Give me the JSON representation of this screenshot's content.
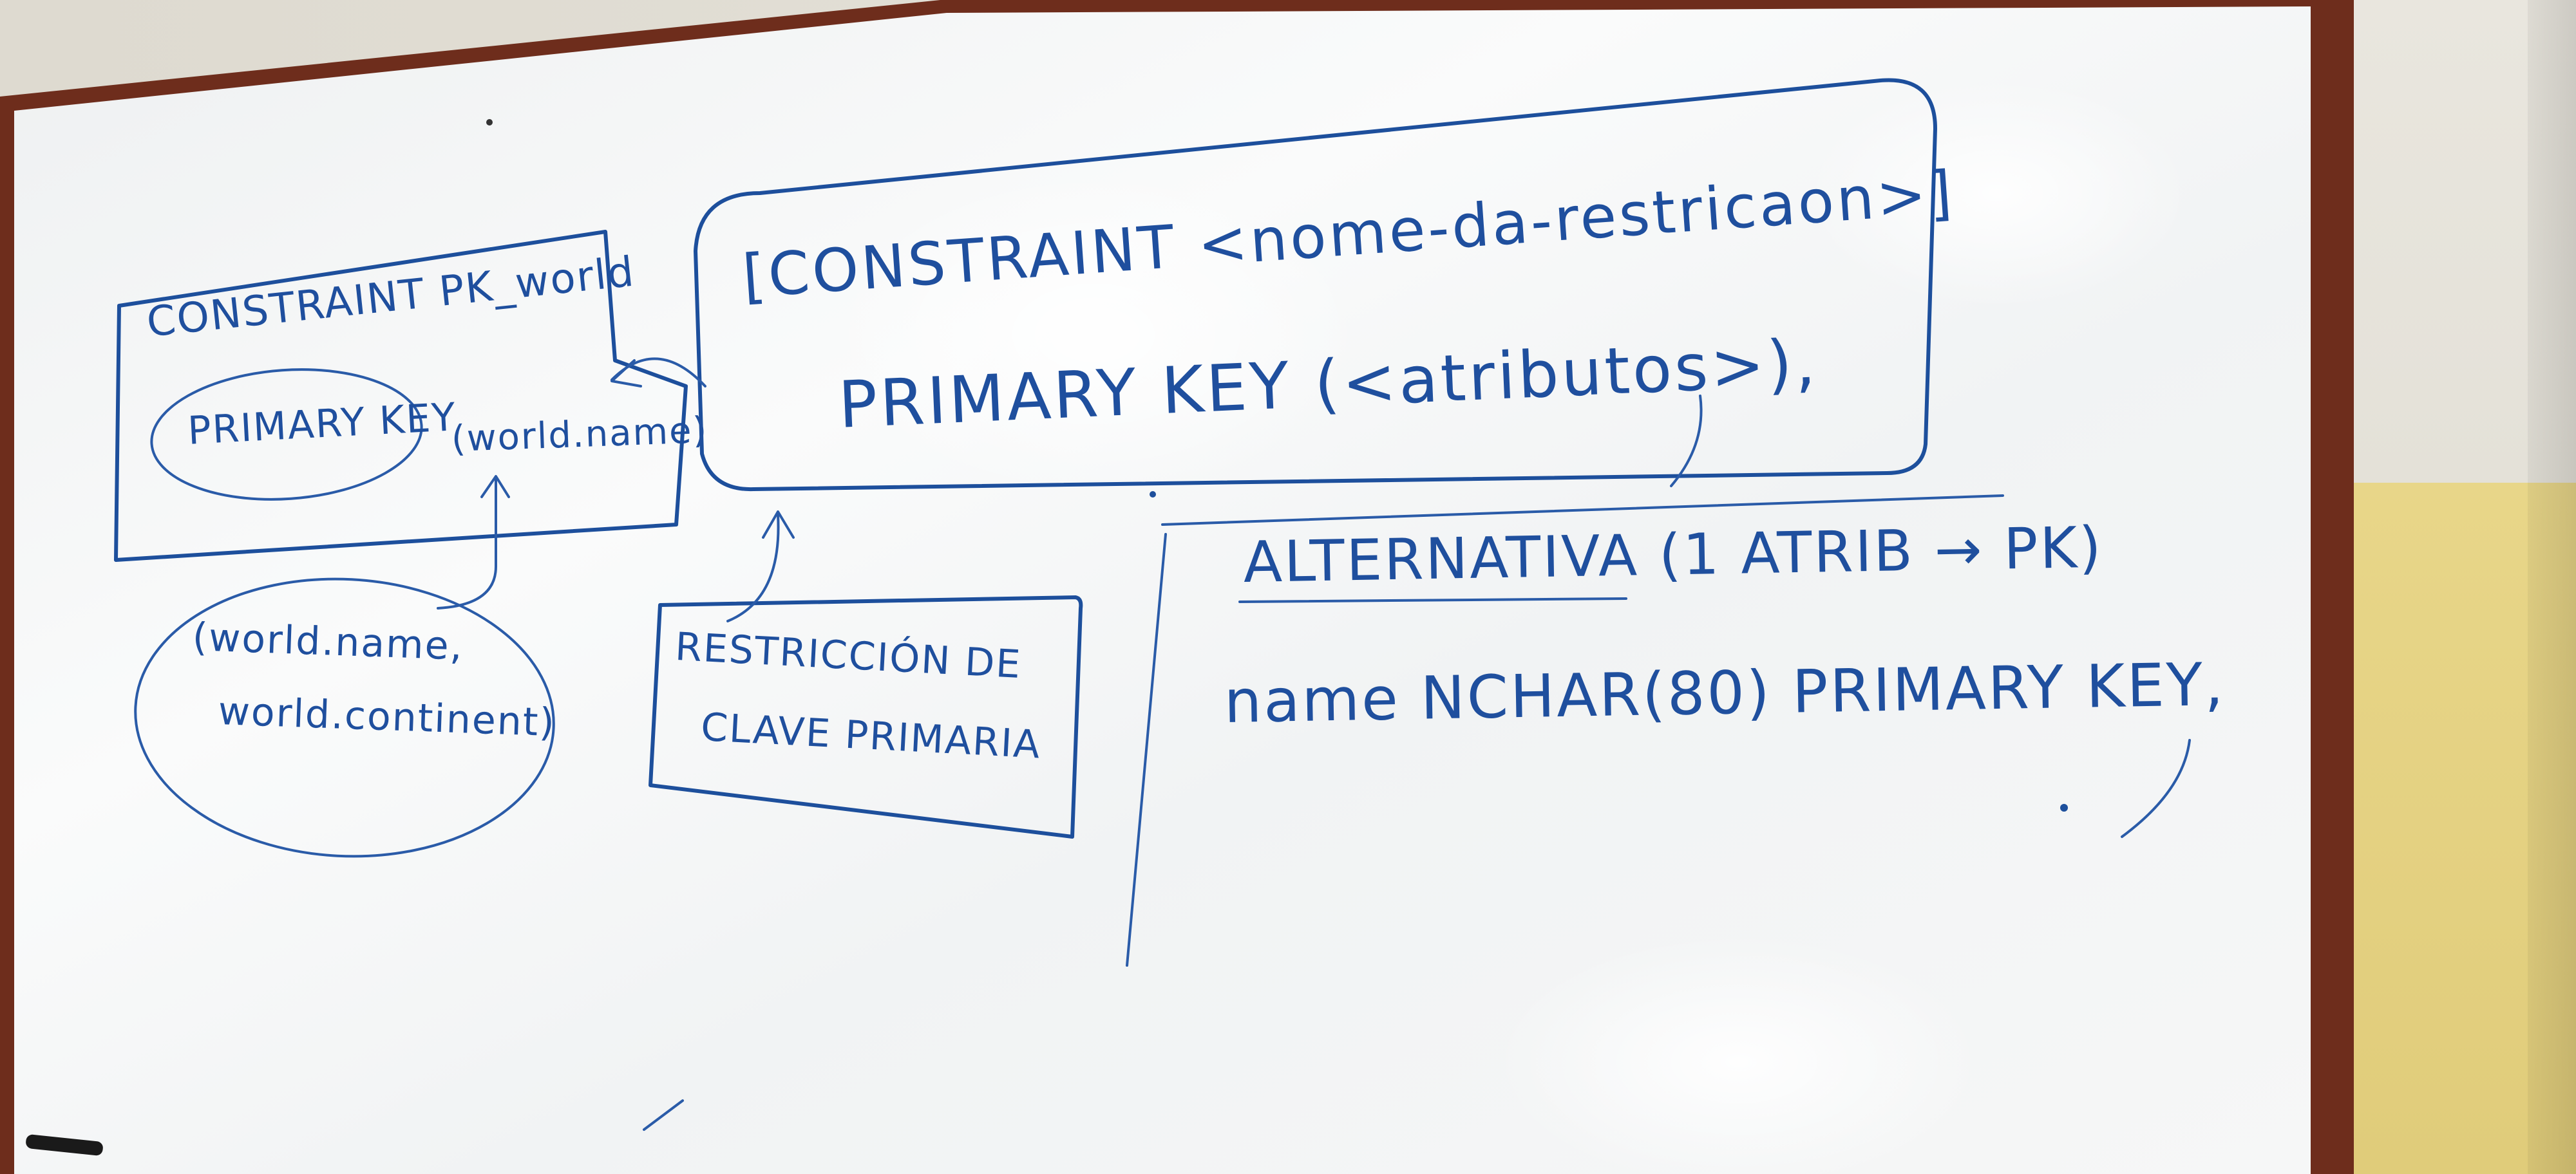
{
  "whiteboard": {
    "left_box": {
      "line1": "CONSTRAINT PK_world",
      "circled": "PRIMARY KEY",
      "paren": "(world.name)"
    },
    "right_box": {
      "line1": "[CONSTRAINT <nome-da-restricaon>]",
      "line2": "PRIMARY KEY (<atributos>),"
    },
    "left_oval": {
      "line1": "(world.name,",
      "line2": "world.continent)"
    },
    "middle_box": {
      "line1": "RESTRICCIÓN DE",
      "line2": "CLAVE PRIMARIA"
    },
    "alternativa": {
      "heading": "ALTERNATIVA (1 ATRIB → PK)",
      "code": "name NCHAR(80) PRIMARY KEY,"
    }
  },
  "colors": {
    "ink": "#1d4f9c",
    "board": "#f7f8f8",
    "frame": "#7a3422",
    "wall_lower": "#e0cc7a"
  }
}
